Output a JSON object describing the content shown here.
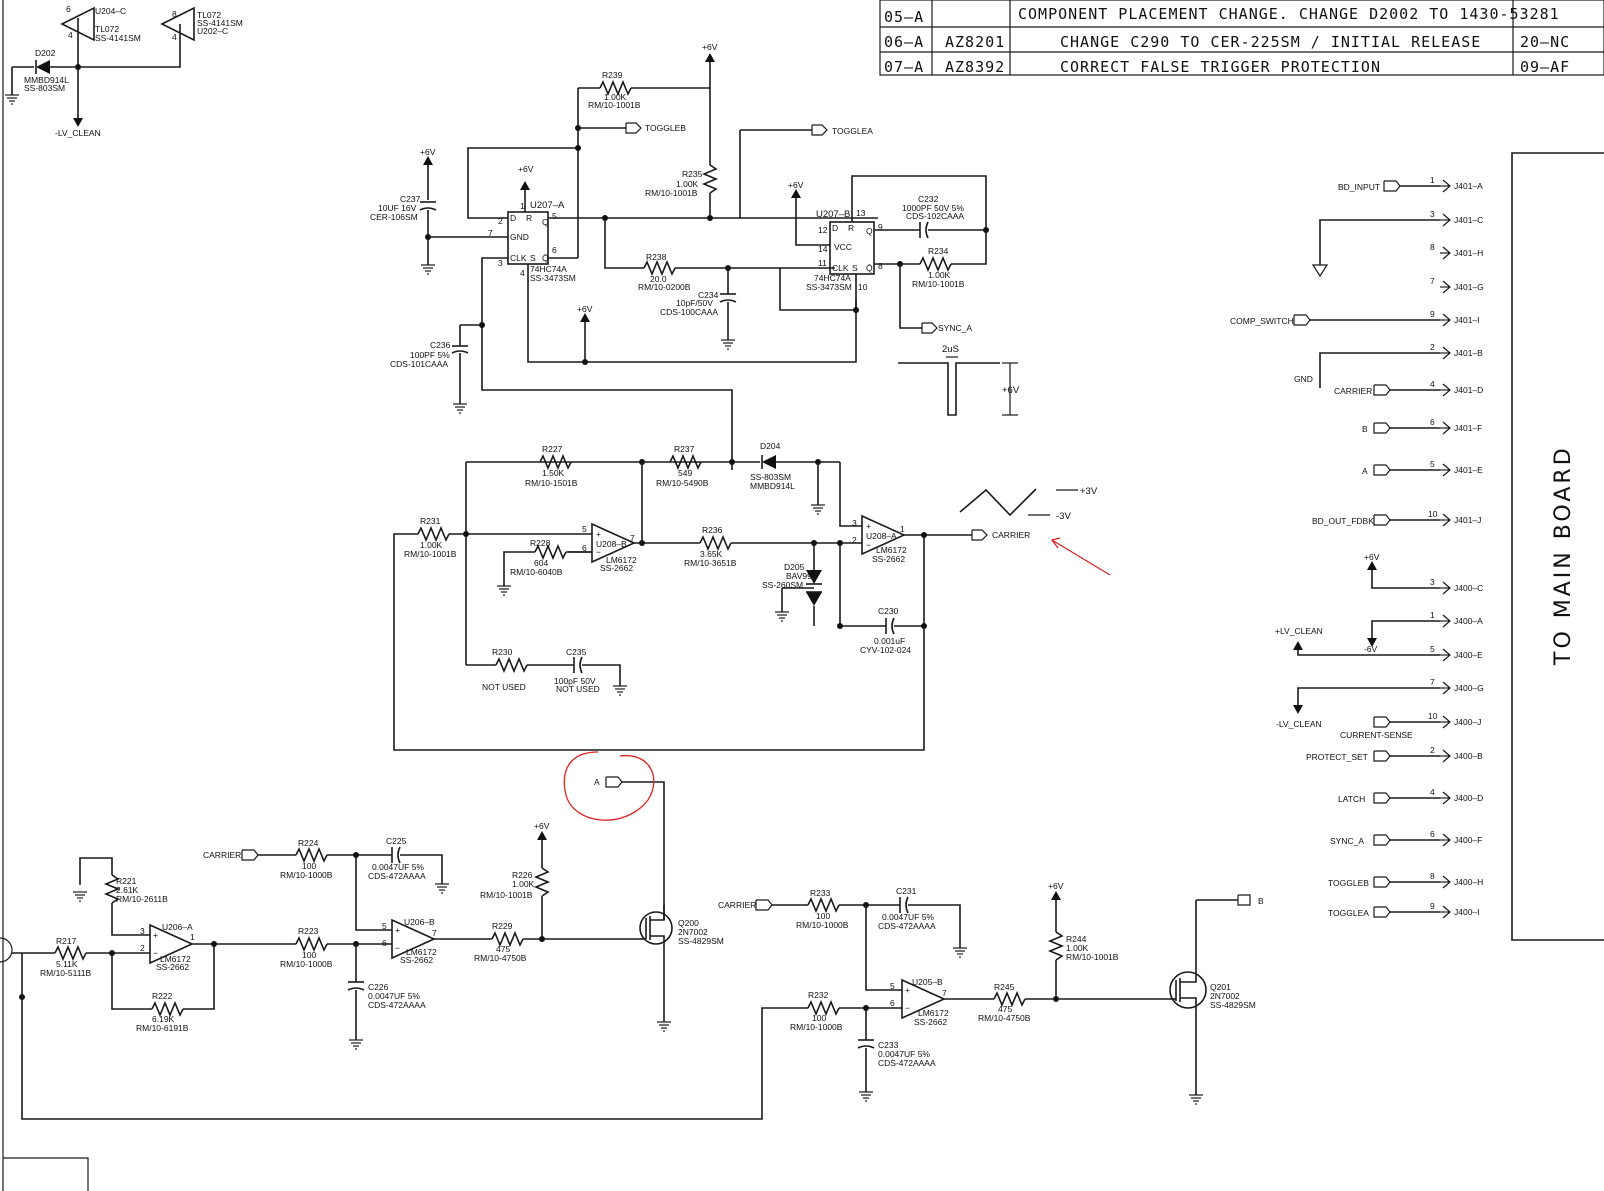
{
  "revisions": [
    {
      "rev": "05–A",
      "eco": "",
      "desc": "COMPONENT PLACEMENT CHANGE. CHANGE D2002 TO 1430-53281",
      "date": ""
    },
    {
      "rev": "06–A",
      "eco": "AZ8201",
      "desc": "CHANGE C290 TO CER-225SM / INITIAL RELEASE",
      "date": "20–NC"
    },
    {
      "rev": "07–A",
      "eco": "AZ8392",
      "desc": "CORRECT FALSE TRIGGER PROTECTION",
      "date": "09–AF"
    }
  ],
  "main_board_label": "TO MAIN BOARD",
  "nets": {
    "p6v": "+6V",
    "lv_clean_neg": "-LV_CLEAN",
    "lv_clean_pos": "+LV_CLEAN",
    "neg6v": "-6V",
    "gnd": "GND",
    "carrier": "CARRIER",
    "toggleb": "TOGGLEB",
    "togglea": "TOGGLEA",
    "sync_a": "SYNC_A",
    "a": "A",
    "b": "B"
  },
  "waveforms": {
    "pulse_width": "2uS",
    "pulse_amp": "+6V",
    "tri_hi": "+3V",
    "tri_lo": "-3V"
  },
  "components": {
    "u204c": {
      "ref": "U204–C",
      "part": "TL072",
      "pn": "SS-4141SM",
      "p1": "6",
      "p2": "4"
    },
    "u202c": {
      "ref": "U202–C",
      "part": "TL072",
      "pn": "SS-4141SM",
      "p1": "8",
      "p2": "4"
    },
    "d202": {
      "ref": "D202",
      "part": "MMBD914L",
      "pn": "SS-803SM"
    },
    "r239": {
      "ref": "R239",
      "val": "1.00K",
      "pn": "RM/10-1001B"
    },
    "r235": {
      "ref": "R235",
      "val": "1.00K",
      "pn": "RM/10-1001B"
    },
    "c237": {
      "ref": "C237",
      "val": "10UF  16V",
      "pn": "CER-106SM"
    },
    "u207a": {
      "ref": "U207–A",
      "part": "74HC74A",
      "pn": "SS-3473SM",
      "d": "D",
      "r": "R",
      "q": "Q",
      "gnd": "GND",
      "clk": "CLK",
      "s": "S",
      "qb": "Q̄",
      "p1": "1",
      "p2": "2",
      "p3": "3",
      "p4": "4",
      "p5": "5",
      "p6": "6",
      "p7": "7"
    },
    "u207b": {
      "ref": "U207–B",
      "part": "74HC74A",
      "pn": "SS-3473SM",
      "vcc": "VCC",
      "p8": "8",
      "p9": "9",
      "p10": "10",
      "p11": "11",
      "p12": "12",
      "p13": "13",
      "p14": "14"
    },
    "r238": {
      "ref": "R238",
      "val": "20.0",
      "pn": "RM/10-0200B"
    },
    "c234": {
      "ref": "C234",
      "val": "10pF/50V",
      "pn": "CDS-100CAAA"
    },
    "c232": {
      "ref": "C232",
      "val": "1000PF  50V 5%",
      "pn": "CDS-102CAAA"
    },
    "r234": {
      "ref": "R234",
      "val": "1.00K",
      "pn": "RM/10-1001B"
    },
    "c236": {
      "ref": "C236",
      "val": "100PF 5%",
      "pn": "CDS-101CAAA"
    },
    "r227": {
      "ref": "R227",
      "val": "1.50K",
      "pn": "RM/10-1501B"
    },
    "r237": {
      "ref": "R237",
      "val": "549",
      "pn": "RM/10-5490B"
    },
    "d204": {
      "ref": "D204",
      "part": "SS-803SM",
      "pn": "MMBD914L"
    },
    "r231": {
      "ref": "R231",
      "val": "1.00K",
      "pn": "RM/10-1001B"
    },
    "r228": {
      "ref": "R228",
      "val": "604",
      "pn": "RM/10-6040B"
    },
    "u208b": {
      "ref": "U208–B",
      "part": "LM6172",
      "pn": "SS-2662",
      "p5": "5",
      "p6": "6",
      "p7": "7"
    },
    "r236": {
      "ref": "R236",
      "val": "3.65K",
      "pn": "RM/10-3651B"
    },
    "d205": {
      "ref": "D205",
      "part": "BAV99L",
      "pn": "SS-260SM"
    },
    "u208a": {
      "ref": "U208–A",
      "part": "LM6172",
      "pn": "SS-2662",
      "p1": "1",
      "p2": "2",
      "p3": "3"
    },
    "c230": {
      "ref": "C230",
      "val": "0.001uF",
      "pn": "CYV-102-024"
    },
    "r230": {
      "ref": "R230",
      "note": "NOT USED"
    },
    "c235": {
      "ref": "C235",
      "val": "100pF  50V",
      "note": "NOT USED"
    },
    "r221": {
      "ref": "R221",
      "val": "2.61K",
      "pn": "RM/10-2611B"
    },
    "r217": {
      "ref": "R217",
      "val": "5.11K",
      "pn": "RM/10-5111B"
    },
    "u206a": {
      "ref": "U206–A",
      "part": "LM6172",
      "pn": "SS-2662",
      "p1": "1",
      "p2": "2",
      "p3": "3"
    },
    "r222": {
      "ref": "R222",
      "val": "6.19K",
      "pn": "RM/10-6191B"
    },
    "r224": {
      "ref": "R224",
      "val": "100",
      "pn": "RM/10-1000B"
    },
    "c225": {
      "ref": "C225",
      "val": "0.0047UF 5%",
      "pn": "CDS-472AAAA"
    },
    "r223": {
      "ref": "R223",
      "val": "100",
      "pn": "RM/10-1000B"
    },
    "u206b": {
      "ref": "U206–B",
      "part": "LM6172",
      "pn": "SS-2662",
      "p5": "5",
      "p6": "6",
      "p7": "7"
    },
    "c226": {
      "ref": "C226",
      "val": "0.0047UF 5%",
      "pn": "CDS-472AAAA"
    },
    "r226": {
      "ref": "R226",
      "val": "1.00K",
      "pn": "RM/10-1001B"
    },
    "r229": {
      "ref": "R229",
      "val": "475",
      "pn": "RM/10-4750B"
    },
    "q200": {
      "ref": "Q200",
      "part": "2N7002",
      "pn": "SS-4829SM"
    },
    "r233": {
      "ref": "R233",
      "val": "100",
      "pn": "RM/10-1000B"
    },
    "c231": {
      "ref": "C231",
      "val": "0.0047UF 5%",
      "pn": "CDS-472AAAA"
    },
    "u205b": {
      "ref": "U205–B",
      "part": "LM6172",
      "pn": "SS-2662",
      "p5": "5",
      "p6": "6",
      "p7": "7"
    },
    "r232": {
      "ref": "R232",
      "val": "100",
      "pn": "RM/10-1000B"
    },
    "c233": {
      "ref": "C233",
      "val": "0.0047UF 5%",
      "pn": "CDS-472AAAA"
    },
    "r244": {
      "ref": "R244",
      "val": "1.00K",
      "pn": "RM/10-1001B"
    },
    "r245": {
      "ref": "R245",
      "val": "475",
      "pn": "RM/10-4750B"
    },
    "q201": {
      "ref": "Q201",
      "part": "2N7002",
      "pn": "SS-4829SM"
    }
  },
  "connectors": [
    {
      "net": "BD_INPUT",
      "pin": "1",
      "ref": "J401–A"
    },
    {
      "net": "",
      "pin": "3",
      "ref": "J401–C"
    },
    {
      "net": "",
      "pin": "8",
      "ref": "J401–H"
    },
    {
      "net": "",
      "pin": "7",
      "ref": "J401–G"
    },
    {
      "net": "COMP_SWITCH",
      "pin": "9",
      "ref": "J401–I"
    },
    {
      "net": "",
      "pin": "2",
      "ref": "J401–B"
    },
    {
      "net": "CARRIER",
      "pin": "4",
      "ref": "J401–D"
    },
    {
      "net": "B",
      "pin": "6",
      "ref": "J401–F"
    },
    {
      "net": "A",
      "pin": "5",
      "ref": "J401–E"
    },
    {
      "net": "BD_OUT_FDBK",
      "pin": "10",
      "ref": "J401–J"
    },
    {
      "net": "",
      "pin": "3",
      "ref": "J400–C"
    },
    {
      "net": "",
      "pin": "1",
      "ref": "J400–A"
    },
    {
      "net": "",
      "pin": "5",
      "ref": "J400–E"
    },
    {
      "net": "",
      "pin": "7",
      "ref": "J400–G"
    },
    {
      "net": "CURRENT-SENSE",
      "pin": "10",
      "ref": "J400–J"
    },
    {
      "net": "PROTECT_SET",
      "pin": "2",
      "ref": "J400–B"
    },
    {
      "net": "LATCH",
      "pin": "4",
      "ref": "J400–D"
    },
    {
      "net": "SYNC_A",
      "pin": "6",
      "ref": "J400–F"
    },
    {
      "net": "TOGGLEB",
      "pin": "8",
      "ref": "J400–H"
    },
    {
      "net": "TOGGLEA",
      "pin": "9",
      "ref": "J400–I"
    }
  ]
}
